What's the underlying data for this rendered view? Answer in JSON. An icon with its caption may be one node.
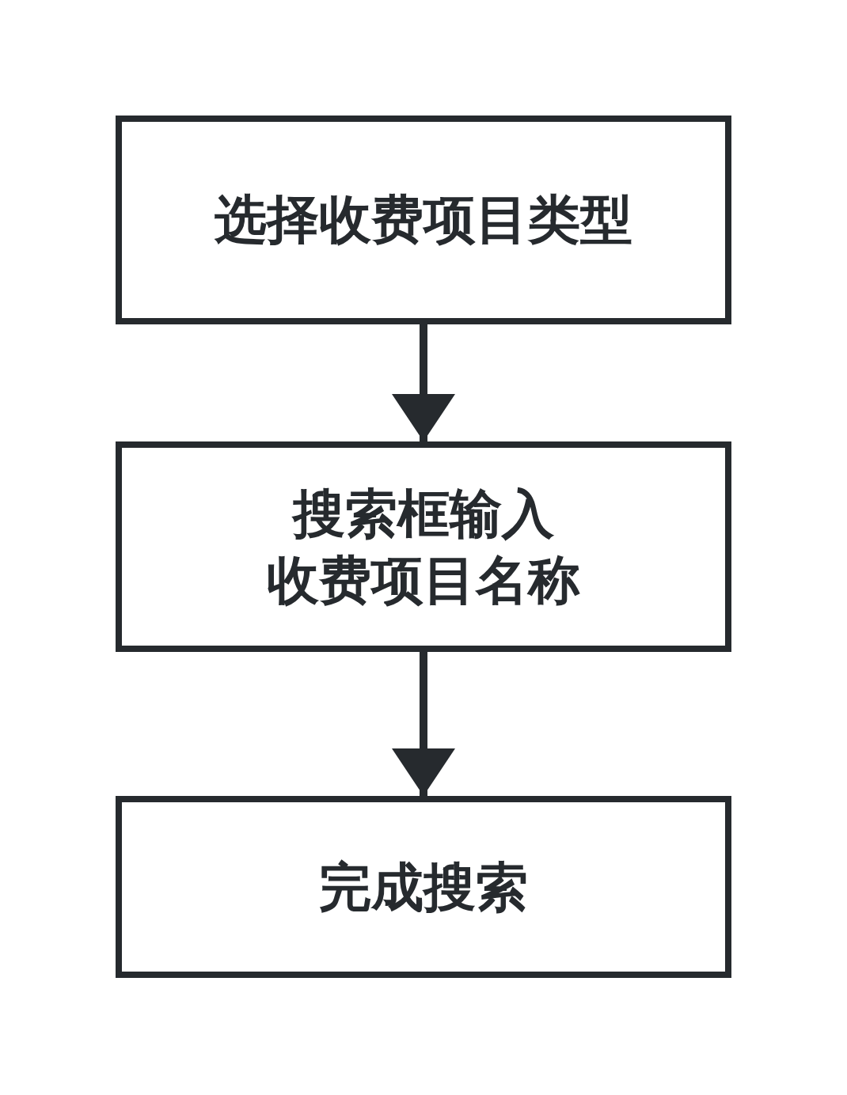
{
  "diagram": {
    "nodes": [
      {
        "text": [
          "选择收费项目类型"
        ]
      },
      {
        "text": [
          "搜索框输入收费项目名称"
        ]
      },
      {
        "text": [
          "完成搜索"
        ]
      }
    ],
    "edges": [
      {
        "from": 0,
        "to": 1,
        "arrow": "to"
      },
      {
        "from": 1,
        "to": 2,
        "arrow": "to"
      }
    ]
  }
}
